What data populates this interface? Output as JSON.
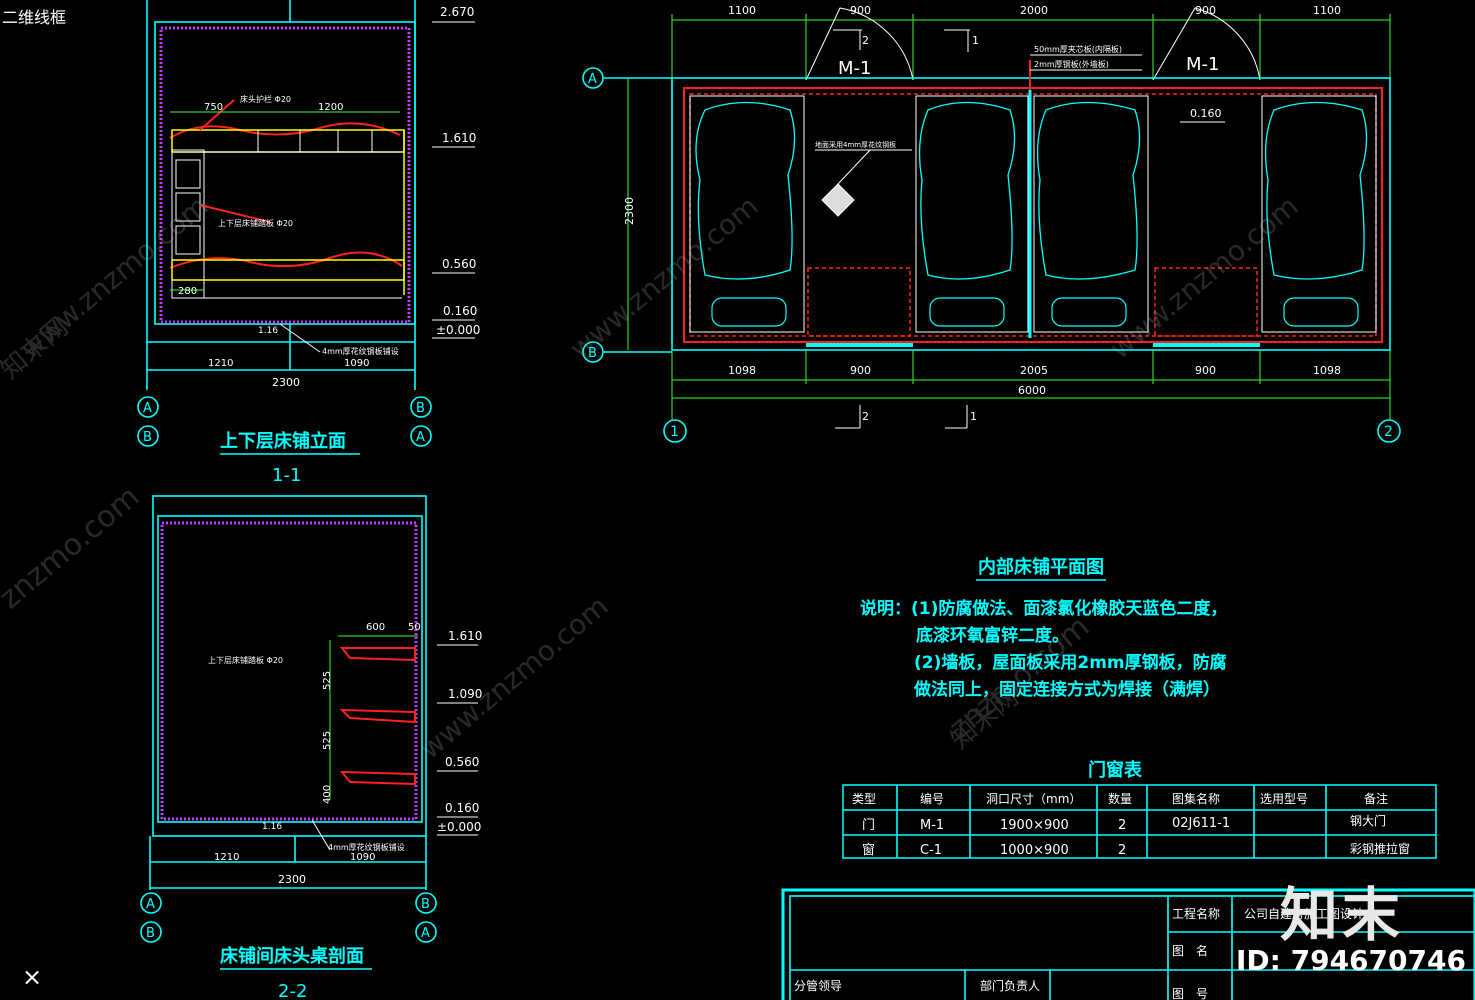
{
  "viewport": {
    "label": "二维线框"
  },
  "watermark": {
    "brand": "知末",
    "id": "ID: 794670746",
    "site": "www.znzmo.com",
    "site_short": "znzmo.com",
    "cn": "知末网"
  },
  "ucs_icon": "ucs-cross-icon",
  "colors": {
    "background": "#000000",
    "cyan": "#00ffff",
    "red": "#ff2020",
    "magenta": "#cc33ff",
    "yellow": "#ffff00",
    "white": "#ffffff"
  },
  "elevation_1": {
    "title": "上下层床铺立面",
    "number": "1-1",
    "levels": [
      "2.670",
      "1.610",
      "0.560",
      "0.160",
      "±0.000"
    ],
    "dims_top": [
      "750",
      "1200"
    ],
    "dim_280": "280",
    "dims_bottom": [
      "1210",
      "1090"
    ],
    "dim_total": "2300",
    "axis_left": [
      "A",
      "B"
    ],
    "axis_right": [
      "B",
      "A"
    ],
    "notes": [
      "床头护栏 Φ20",
      "上下层床铺踏板 Φ20",
      "4mm厚花纹钢板铺设"
    ],
    "thickness": "1.16"
  },
  "section_2": {
    "title": "床铺间床头桌剖面",
    "number": "2-2",
    "levels": [
      "1.610",
      "1.090",
      "0.560",
      "0.160",
      "±0.000"
    ],
    "dims_top": [
      "600",
      "50"
    ],
    "dims_side": [
      "525",
      "525",
      "400"
    ],
    "dims_bottom": [
      "1210",
      "1090"
    ],
    "dim_total": "2300",
    "axis_left": [
      "A",
      "B"
    ],
    "axis_right": [
      "B",
      "A"
    ],
    "notes": [
      "上下层床铺踏板 Φ20",
      "4mm厚花纹钢板铺设"
    ],
    "thickness": "1.16"
  },
  "plan": {
    "title": "内部床铺平面图",
    "dims_top": [
      "1100",
      "900",
      "2000",
      "900",
      "1100"
    ],
    "dims_bottom": [
      "1098",
      "900",
      "2005",
      "900",
      "1098"
    ],
    "dim_total": "6000",
    "dim_height": "2300",
    "axis_rows": [
      "A",
      "B"
    ],
    "axis_cols": [
      "1",
      "2"
    ],
    "door_labels": [
      "M-1",
      "M-1"
    ],
    "section_marks": [
      "2",
      "1",
      "2",
      "1"
    ],
    "level": "0.160",
    "notes": [
      "50mm厚夹芯板(内隔板)",
      "2mm厚钢板(外墙板)",
      "地面采用4mm厚花纹钢板"
    ]
  },
  "description": {
    "lines": [
      "说明：(1)防腐做法、面漆氯化橡胶天蓝色二度，",
      "底漆环氧富锌二度。",
      "(2)墙板，屋面板采用2mm厚钢板，防腐",
      "做法同上，固定连接方式为焊接（满焊）"
    ]
  },
  "door_table": {
    "title": "门窗表",
    "headers": [
      "类型",
      "编号",
      "洞口尺寸（mm）",
      "数量",
      "图集名称",
      "选用型号",
      "备注"
    ],
    "rows": [
      [
        "门",
        "M-1",
        "1900×900",
        "2",
        "02J611-1",
        "",
        "钢大门"
      ],
      [
        "窗",
        "C-1",
        "1000×900",
        "2",
        "",
        "",
        "彩钢推拉窗"
      ]
    ]
  },
  "title_block": {
    "project_label": "工程名称",
    "project_value": "公司自建房施工图设计",
    "drawing_label": "图　名",
    "number_label": "图　号",
    "left_label": "分管领导",
    "mid_label": "部门负责人"
  }
}
